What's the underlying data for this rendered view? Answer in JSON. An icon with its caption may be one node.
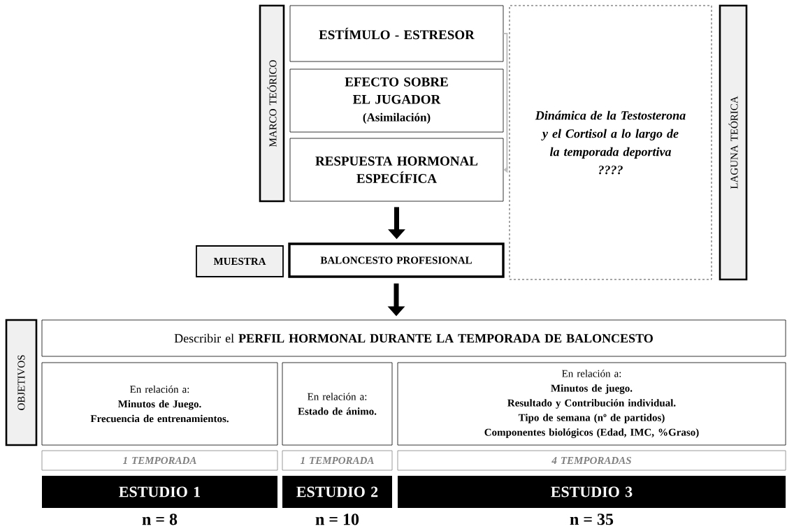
{
  "diagram": {
    "nodes": [
      {
        "text": [
          "MARCO TEÓRICO"
        ]
      },
      {
        "text": [
          "ESTÍMULO - ESTRESOR"
        ]
      },
      {
        "text": [
          "EFECTO SOBRE EL JUGADOR",
          "(Asimilación)"
        ]
      },
      {
        "text": [
          "RESPUESTA HORMONAL ESPECÍFICA"
        ]
      },
      {
        "text": [
          "Dinámica de la Testosterona y el Cortisol a lo largo de la temporada deportiva",
          "????"
        ]
      },
      {
        "text": [
          "LAGUNA TEÓRICA"
        ]
      },
      {
        "text": [
          "MUESTRA"
        ]
      },
      {
        "text": [
          "BALONCESTO PROFESIONAL"
        ]
      },
      {
        "text": [
          "OBJETIVOS"
        ]
      },
      {
        "text": [
          "Describir el **PERFIL HORMONAL  DURANTE LA TEMPORADA DE BALONCESTO**"
        ]
      },
      {
        "text": [
          "En relación a:",
          "Minutos de Juego.",
          "Frecuencia de entrenamientos."
        ]
      },
      {
        "text": [
          "En relación a:",
          "Estado de ánimo."
        ]
      },
      {
        "text": [
          "En relación a:",
          "Minutos de juego.",
          "Resultado  y  Contribución individual.",
          "Tipo de semana (nº de partidos)",
          "Componentes biológicos (Edad, IMC, %Graso)"
        ]
      },
      {
        "text": [
          "1 TEMPORADA"
        ]
      },
      {
        "text": [
          "1 TEMPORADA"
        ]
      },
      {
        "text": [
          "4 TEMPORADAS"
        ]
      },
      {
        "text": [
          "ESTUDIO 1"
        ],
        "beside": [
          "n = 8"
        ]
      },
      {
        "text": [
          "ESTUDIO 2"
        ],
        "beside": [
          "n = 10"
        ]
      },
      {
        "text": [
          "ESTUDIO 3"
        ],
        "beside": [
          "n = 35"
        ]
      }
    ],
    "edges": [
      {
        "from": 1,
        "to": 3,
        "arrow": "to",
        "color": "#bfbfbf"
      },
      {
        "from": 3,
        "to": 7,
        "arrow": "to"
      },
      {
        "from": 7,
        "to": 9,
        "arrow": "to"
      }
    ]
  }
}
